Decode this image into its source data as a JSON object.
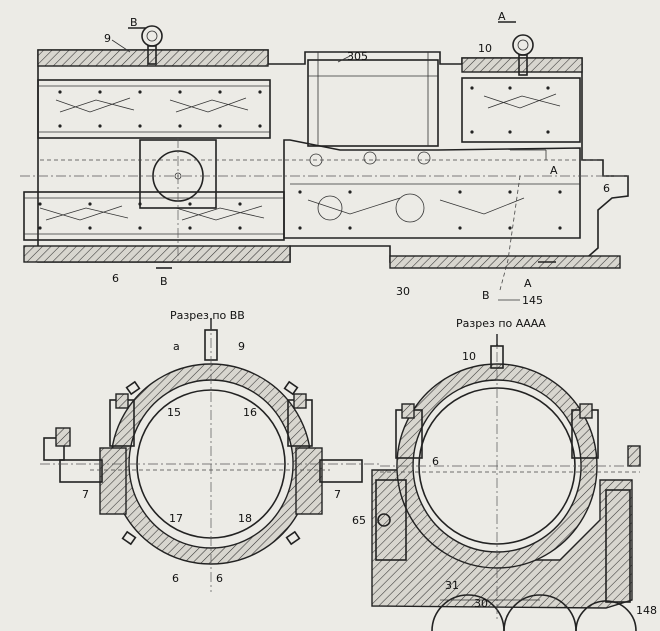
{
  "labels": {
    "n9_top": "9",
    "n305": "305",
    "n10_top": "10",
    "n6_right": "6",
    "n6_bottom": "6",
    "n30_top": "30",
    "n145": "145",
    "cutB_top": "B",
    "cutB_bottom": "B",
    "cutA_top": "A",
    "cutA_mid": "A",
    "cutA_bottom": "A",
    "cutB_lower": "B",
    "a_mark": "a",
    "n9_left": "9",
    "n15": "15",
    "n16": "16",
    "n17": "17",
    "n18": "18",
    "n7_left": "7",
    "n7_right": "7",
    "n6_left_a": "6",
    "n6_left_b": "6",
    "n10_right": "10",
    "n6_right_sec": "6",
    "n65": "65",
    "n31": "31",
    "n30_right": "30",
    "n148": "148"
  },
  "sections": {
    "left_title": "Разрез по ВВ",
    "right_title": "Разрез по АААА"
  }
}
